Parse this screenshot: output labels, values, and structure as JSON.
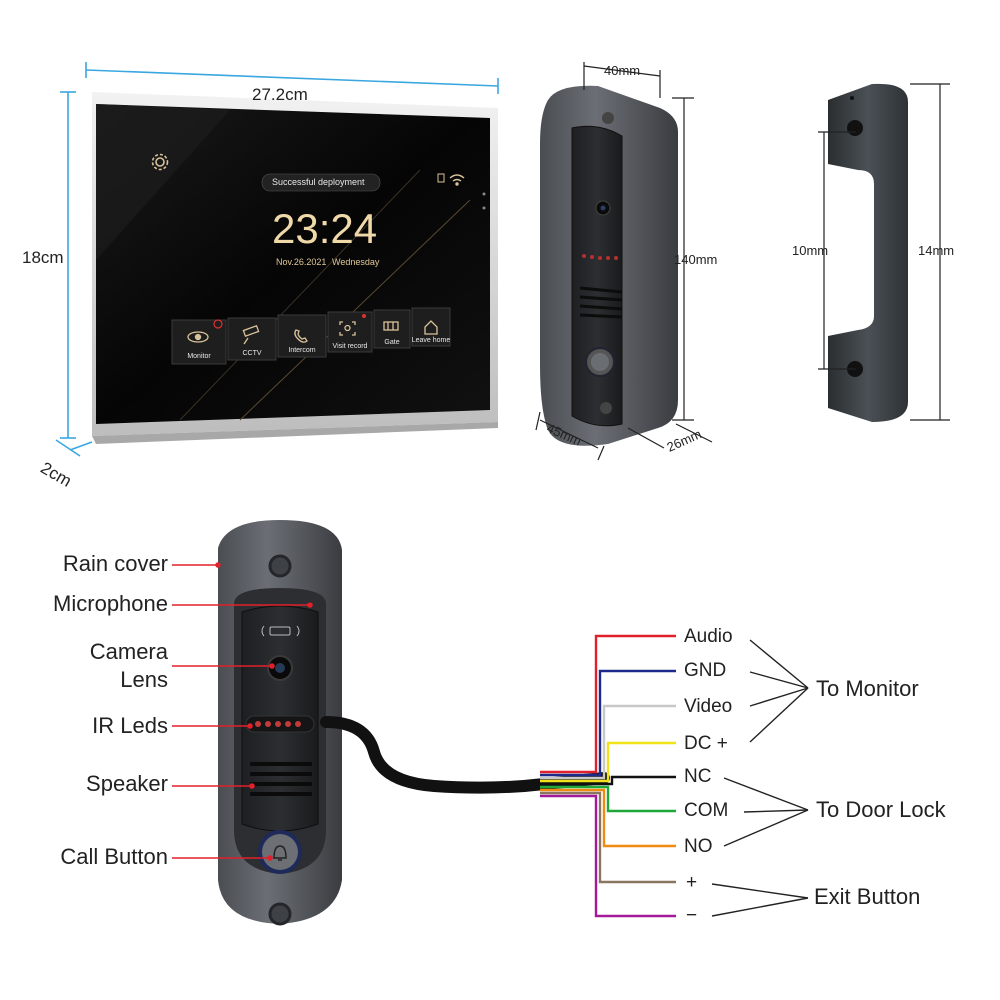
{
  "monitor": {
    "width_label": "27.2cm",
    "height_label": "18cm",
    "depth_label": "2cm",
    "screen": {
      "status_text": "Successful deployment",
      "time": "23:24",
      "date": "Nov.26.2021",
      "weekday": "Wednesday",
      "menu": [
        {
          "label": "Monitor",
          "icon": "eye-icon"
        },
        {
          "label": "CCTV",
          "icon": "cctv-camera-icon"
        },
        {
          "label": "Intercom",
          "icon": "phone-icon"
        },
        {
          "label": "Visit record",
          "icon": "face-scan-icon"
        },
        {
          "label": "Gate",
          "icon": "gate-icon"
        },
        {
          "label": "Leave home",
          "icon": "home-icon"
        }
      ]
    }
  },
  "doorbell_dims": {
    "width_label": "40mm",
    "height_label": "140mm",
    "bottom_width_label": "45mm",
    "depth_label": "26mm"
  },
  "bracket_dims": {
    "inner_label": "10mm",
    "outer_label": "14mm"
  },
  "parts": [
    {
      "label": "Rain cover"
    },
    {
      "label": "Microphone"
    },
    {
      "label": "Camera\nLens"
    },
    {
      "label": "IR Leds"
    },
    {
      "label": "Speaker"
    },
    {
      "label": "Call Button"
    }
  ],
  "wires": [
    {
      "label": "Audio",
      "color": "#e0202a"
    },
    {
      "label": "GND",
      "color": "#1d2a8c"
    },
    {
      "label": "Video",
      "color": "#c8c8c8"
    },
    {
      "label": "DC +",
      "color": "#f2e21a"
    },
    {
      "label": "NC",
      "color": "#111111"
    },
    {
      "label": "COM",
      "color": "#1fa83a"
    },
    {
      "label": "NO",
      "color": "#f08a12"
    },
    {
      "label": "+",
      "color": "#8a7560"
    },
    {
      "label": "−",
      "color": "#a21a9a"
    }
  ],
  "groups": {
    "monitor": "To Monitor",
    "door_lock": "To Door Lock",
    "exit_button": "Exit Button"
  },
  "accent_colors": {
    "dimension_line": "#3aa7e0",
    "label_leader": "#e0202a"
  }
}
